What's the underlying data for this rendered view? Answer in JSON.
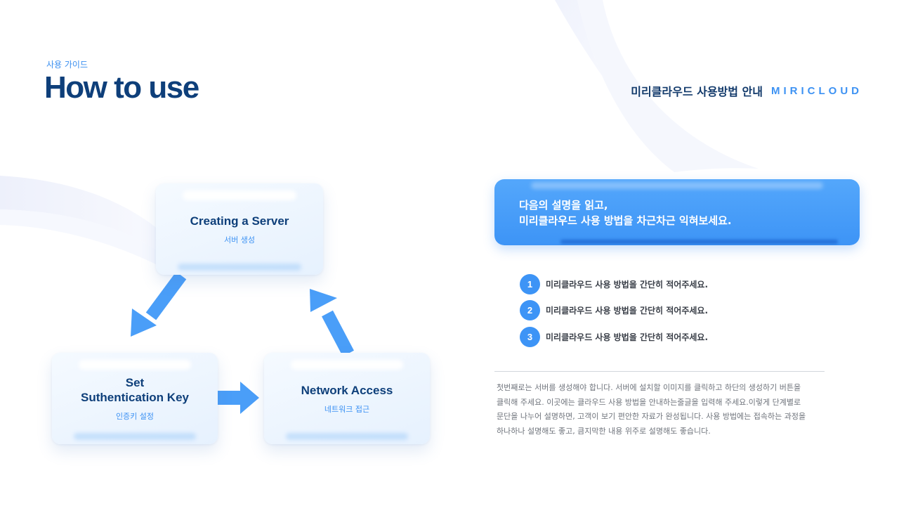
{
  "header": {
    "eyebrow": "사용 가이드",
    "title": "How to use",
    "right_label": "미리클라우드 사용방법 안내",
    "brand": "MIRICLOUD"
  },
  "colors": {
    "primary": "#3d94f6",
    "navy": "#0e3f7a",
    "card_bg": "#eaf3fe",
    "text_gray": "#6f747c"
  },
  "diagram": {
    "nodes": [
      {
        "id": "server",
        "title": "Creating a Server",
        "sub": "서버 생성"
      },
      {
        "id": "key",
        "title": "Set\nSuthentication Key",
        "sub": "인증키 설정"
      },
      {
        "id": "network",
        "title": "Network Access",
        "sub": "네트워크 접근"
      }
    ],
    "edges": [
      {
        "from": "server",
        "to": "key"
      },
      {
        "from": "key",
        "to": "network"
      },
      {
        "from": "network",
        "to": "server"
      }
    ]
  },
  "banner": {
    "line1": "다음의 설명을 읽고,",
    "line2": "미리클라우드 사용 방법을 차근차근 익혀보세요."
  },
  "steps": [
    {
      "num": "1",
      "text": "미리클라우드 사용 방법을 간단히 적어주세요."
    },
    {
      "num": "2",
      "text": "미리클라우드 사용 방법을 간단히 적어주세요."
    },
    {
      "num": "3",
      "text": "미리클라우드 사용 방법을 간단히 적어주세요."
    }
  ],
  "description": {
    "lines": [
      "첫번째로는 서버를 생성해야 합니다. 서버에 설치할 이미지를 클릭하고 하단의 생성하기 버튼을",
      "클릭해 주세요. 이곳에는 클라우드 사용 방법을 안내하는줄글을 입력해 주세요.이렇게 단계별로",
      "문단을 나누어 설명하면, 고객이 보기 편안한 자료가 완성됩니다. 사용 방법에는 접속하는 과정을",
      "하나하나 설명해도 좋고, 큼지막한 내용 위주로 설명해도 좋습니다."
    ]
  }
}
